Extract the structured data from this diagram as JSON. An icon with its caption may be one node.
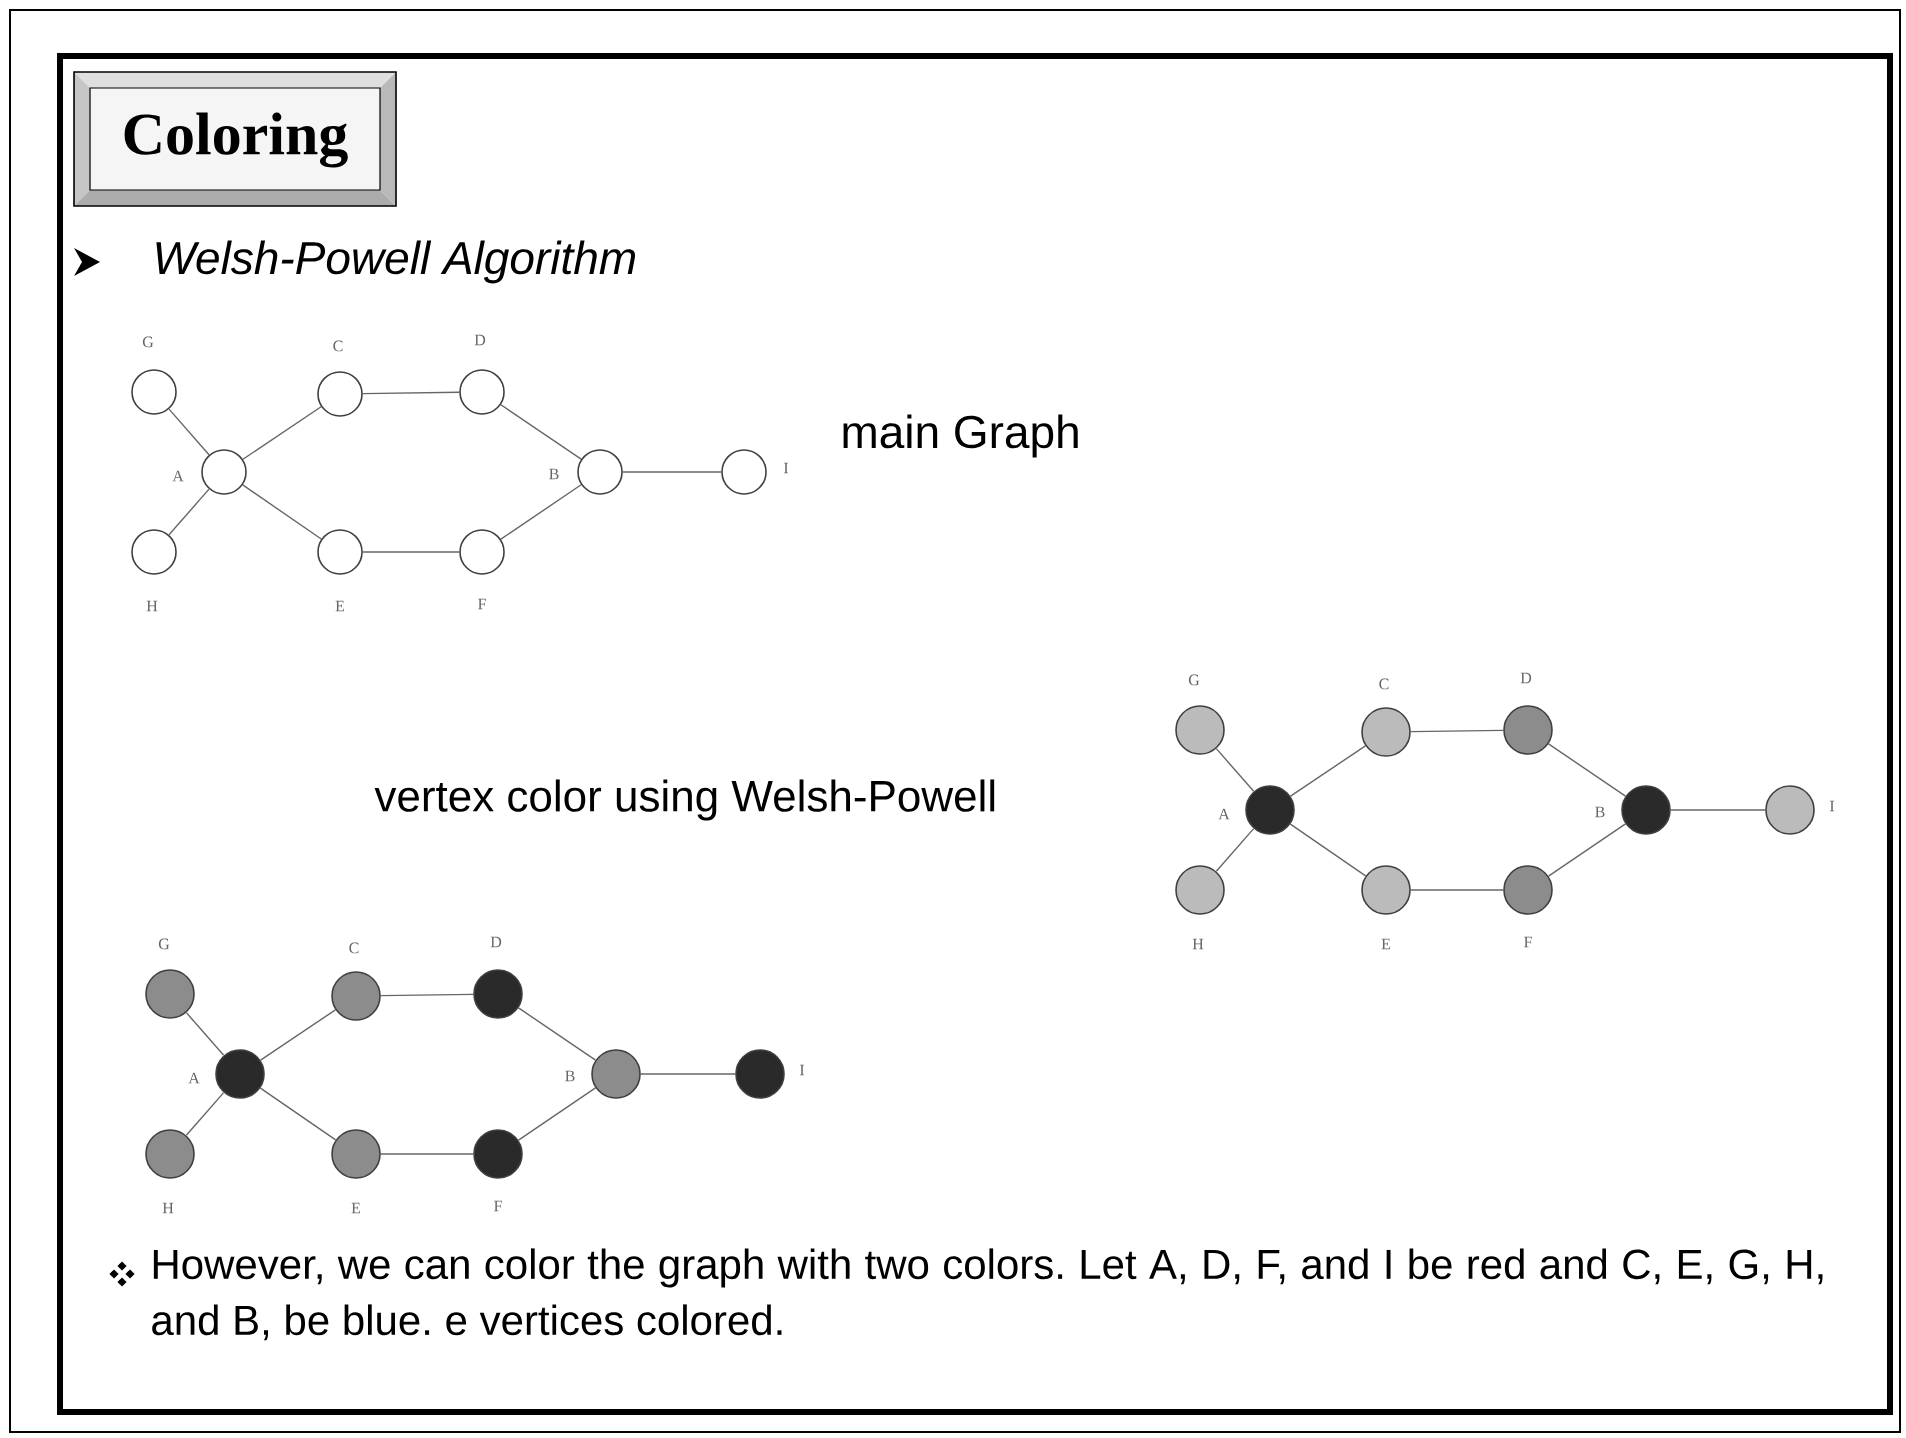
{
  "diagram": {
    "title": "Coloring",
    "nodes": [
      {
        "text": [],
        "shape": "circle",
        "beside": [
          "G"
        ]
      },
      {
        "text": [],
        "shape": "circle",
        "beside": [
          "C"
        ]
      },
      {
        "text": [],
        "shape": "circle",
        "beside": [
          "D"
        ]
      },
      {
        "text": [],
        "shape": "circle",
        "beside": [
          "A"
        ]
      },
      {
        "text": [],
        "shape": "circle",
        "beside": [
          "B"
        ]
      },
      {
        "text": [],
        "shape": "circle",
        "beside": [
          "I"
        ]
      },
      {
        "text": [],
        "shape": "circle",
        "beside": [
          "H"
        ]
      },
      {
        "text": [],
        "shape": "circle",
        "beside": [
          "E"
        ]
      },
      {
        "text": [],
        "shape": "circle",
        "beside": [
          "F"
        ]
      },
      {
        "text": [],
        "shape": "circle",
        "beside": [
          "G"
        ]
      },
      {
        "text": [],
        "shape": "circle",
        "beside": [
          "C"
        ]
      },
      {
        "text": [],
        "shape": "circle",
        "beside": [
          "D"
        ]
      },
      {
        "text": [],
        "shape": "circle",
        "beside": [
          "A"
        ]
      },
      {
        "text": [],
        "shape": "circle",
        "beside": [
          "B"
        ]
      },
      {
        "text": [],
        "shape": "circle",
        "beside": [
          "I"
        ]
      },
      {
        "text": [],
        "shape": "circle",
        "beside": [
          "H"
        ]
      },
      {
        "text": [],
        "shape": "circle",
        "beside": [
          "E"
        ]
      },
      {
        "text": [],
        "shape": "circle",
        "beside": [
          "F"
        ]
      },
      {
        "text": [],
        "shape": "circle",
        "beside": [
          "G"
        ]
      },
      {
        "text": [],
        "shape": "circle",
        "beside": [
          "C"
        ]
      },
      {
        "text": [],
        "shape": "circle",
        "beside": [
          "D"
        ]
      },
      {
        "text": [],
        "shape": "circle",
        "beside": [
          "A"
        ]
      },
      {
        "text": [],
        "shape": "circle",
        "beside": [
          "B"
        ]
      },
      {
        "text": [],
        "shape": "circle",
        "beside": [
          "I"
        ]
      },
      {
        "text": [],
        "shape": "circle",
        "beside": [
          "H"
        ]
      },
      {
        "text": [],
        "shape": "circle",
        "beside": [
          "E"
        ]
      },
      {
        "text": [],
        "shape": "circle",
        "beside": [
          "F"
        ]
      }
    ],
    "edges": [
      {
        "from": 0,
        "to": 3,
        "arrow": "none"
      },
      {
        "from": 6,
        "to": 3,
        "arrow": "none"
      },
      {
        "from": 3,
        "to": 1,
        "arrow": "none"
      },
      {
        "from": 3,
        "to": 7,
        "arrow": "none"
      },
      {
        "from": 1,
        "to": 2,
        "arrow": "none"
      },
      {
        "from": 7,
        "to": 8,
        "arrow": "none"
      },
      {
        "from": 2,
        "to": 4,
        "arrow": "none"
      },
      {
        "from": 8,
        "to": 4,
        "arrow": "none"
      },
      {
        "from": 4,
        "to": 5,
        "arrow": "none"
      },
      {
        "from": 9,
        "to": 12,
        "arrow": "none"
      },
      {
        "from": 15,
        "to": 12,
        "arrow": "none"
      },
      {
        "from": 12,
        "to": 10,
        "arrow": "none"
      },
      {
        "from": 12,
        "to": 16,
        "arrow": "none"
      },
      {
        "from": 10,
        "to": 11,
        "arrow": "none"
      },
      {
        "from": 16,
        "to": 17,
        "arrow": "none"
      },
      {
        "from": 11,
        "to": 13,
        "arrow": "none"
      },
      {
        "from": 17,
        "to": 13,
        "arrow": "none"
      },
      {
        "from": 13,
        "to": 14,
        "arrow": "none"
      },
      {
        "from": 18,
        "to": 21,
        "arrow": "none"
      },
      {
        "from": 24,
        "to": 21,
        "arrow": "none"
      },
      {
        "from": 21,
        "to": 19,
        "arrow": "none"
      },
      {
        "from": 21,
        "to": 25,
        "arrow": "none"
      },
      {
        "from": 19,
        "to": 20,
        "arrow": "none"
      },
      {
        "from": 25,
        "to": 26,
        "arrow": "none"
      },
      {
        "from": 20,
        "to": 22,
        "arrow": "none"
      },
      {
        "from": 26,
        "to": 22,
        "arrow": "none"
      },
      {
        "from": 22,
        "to": 23,
        "arrow": "none"
      }
    ],
    "labels": [
      "Welsh-Powell Algorithm",
      "main Graph",
      "vertex color using Welsh-Powell",
      "However, we can color the graph with two colors. Let A, D, F, and I be red and C, E, G, H, and B, be blue. e vertices colored."
    ]
  }
}
